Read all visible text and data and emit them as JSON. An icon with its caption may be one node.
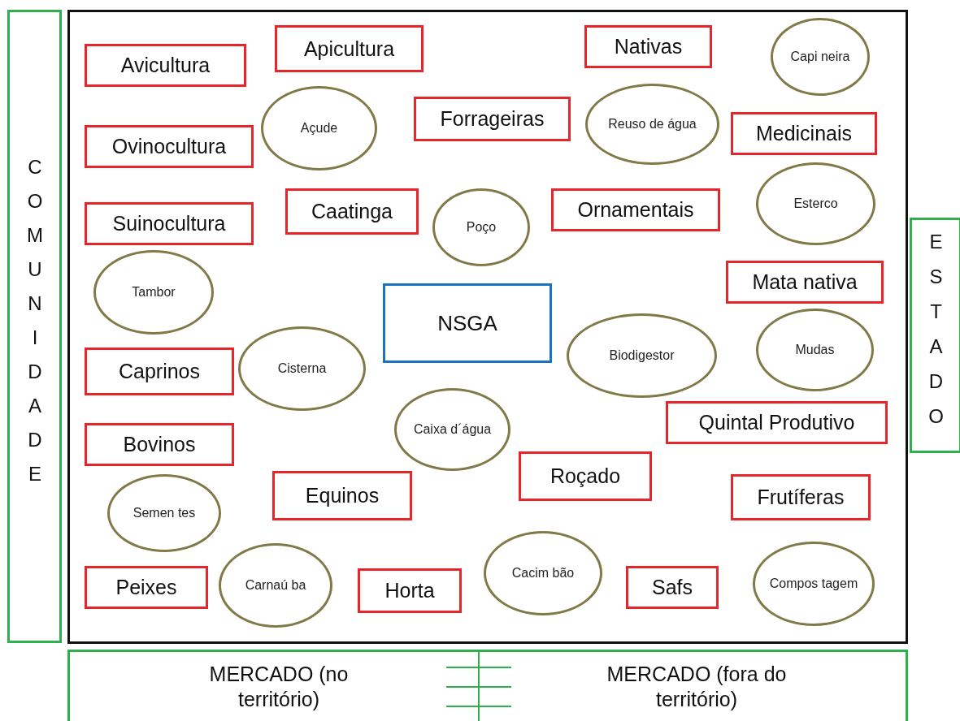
{
  "diagram": {
    "nodes": [
      {
        "text": [
          "COMUNIDADE"
        ]
      },
      {
        "text": [],
        "shape": "box"
      },
      {
        "text": [
          "Apicultura"
        ],
        "in": 1
      },
      {
        "text": [
          "Nativas"
        ],
        "in": 1
      },
      {
        "text": [
          "Capi neira"
        ],
        "in": 1
      },
      {
        "text": [
          "Avicultura"
        ],
        "in": 1
      },
      {
        "text": [
          "Açude"
        ],
        "in": 1
      },
      {
        "text": [
          "Forrageiras"
        ],
        "in": 1
      },
      {
        "text": [
          "Reuso de água"
        ],
        "in": 1
      },
      {
        "text": [
          "Medicinais"
        ],
        "in": 1
      },
      {
        "text": [
          "Ovinocultura"
        ],
        "in": 1
      },
      {
        "text": [
          "Esterco"
        ],
        "in": 1
      },
      {
        "text": [
          "Caatinga"
        ],
        "in": 1
      },
      {
        "text": [
          "Poço"
        ],
        "in": 1
      },
      {
        "text": [
          "Ornamentais"
        ],
        "in": 1
      },
      {
        "text": [
          "Suinocultura"
        ],
        "in": 1
      },
      {
        "text": [
          "Mata nativa"
        ],
        "in": 1
      },
      {
        "text": [
          "Tambor"
        ],
        "in": 1
      },
      {
        "text": [
          "NSGA"
        ],
        "in": 1
      },
      {
        "text": [
          "Biodigestor"
        ],
        "in": 1
      },
      {
        "text": [
          "Mudas"
        ],
        "in": 1
      },
      {
        "text": [
          "Caprinos"
        ],
        "in": 1
      },
      {
        "text": [
          "Cisterna"
        ],
        "in": 1
      },
      {
        "text": [
          "Caixa d´água"
        ],
        "in": 1
      },
      {
        "text": [
          "Quintal Produtivo"
        ],
        "in": 1
      },
      {
        "text": [
          "Bovinos"
        ],
        "in": 1
      },
      {
        "text": [
          "Roçado"
        ],
        "in": 1
      },
      {
        "text": [
          "Equinos"
        ],
        "in": 1
      },
      {
        "text": [
          "Semen tes"
        ],
        "in": 1
      },
      {
        "text": [
          "Frutíferas"
        ],
        "in": 1
      },
      {
        "text": [
          "Peixes"
        ],
        "in": 1
      },
      {
        "text": [
          "Carnaú ba"
        ],
        "in": 1
      },
      {
        "text": [
          "Horta"
        ],
        "in": 1
      },
      {
        "text": [
          "Cacim bão"
        ],
        "in": 1
      },
      {
        "text": [
          "Safs"
        ],
        "in": 1
      },
      {
        "text": [
          "Compos tagem"
        ],
        "in": 1
      },
      {
        "text": [
          "ESTADO"
        ]
      },
      {
        "text": [
          "MERCADO (no território)",
          "MERCADO (fora do território)"
        ]
      }
    ]
  }
}
